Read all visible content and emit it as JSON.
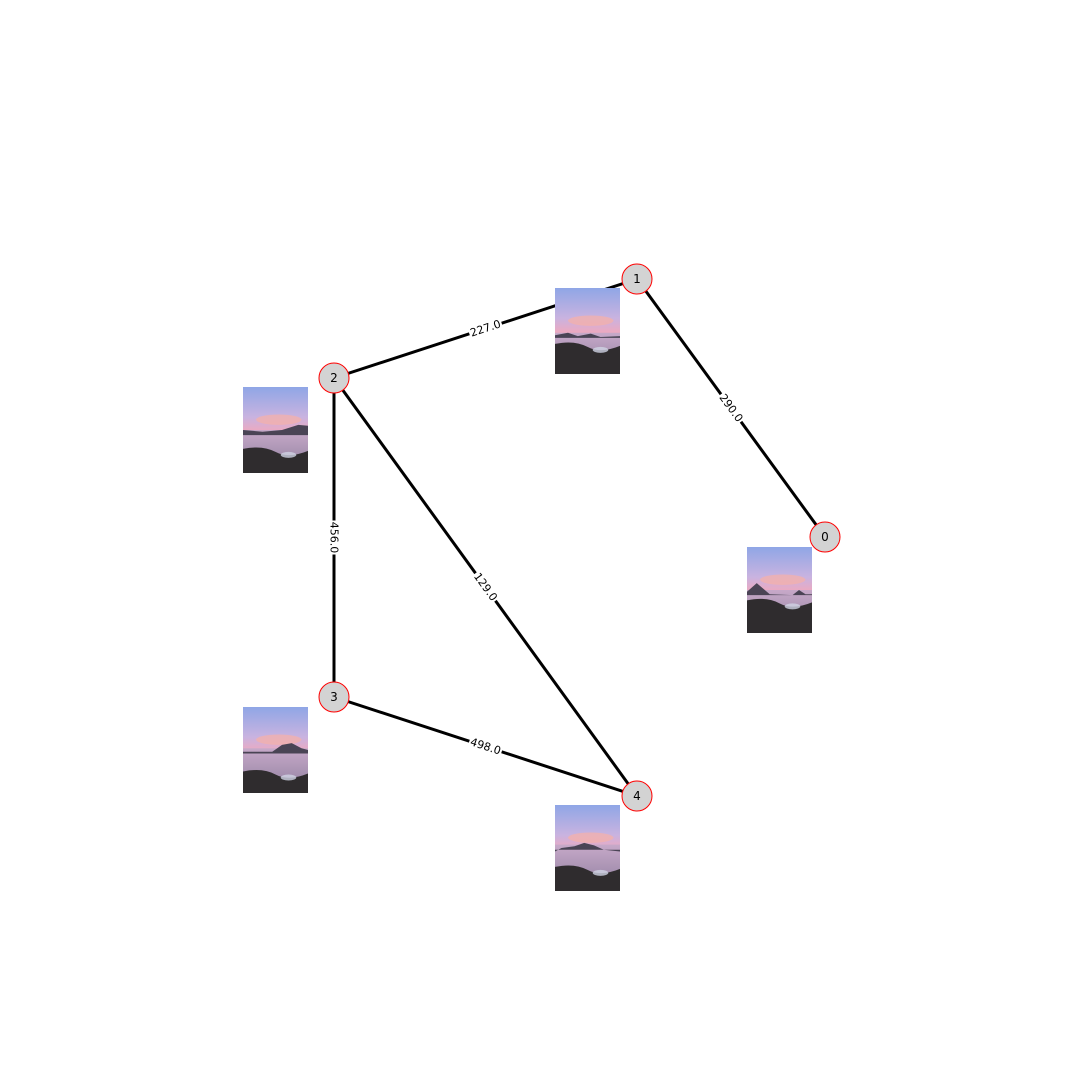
{
  "nodes": [
    {
      "id": "0",
      "label": "0",
      "thumbnail": "sunset-landscape-photo"
    },
    {
      "id": "1",
      "label": "1",
      "thumbnail": "sunset-landscape-photo"
    },
    {
      "id": "2",
      "label": "2",
      "thumbnail": "sunset-landscape-photo"
    },
    {
      "id": "3",
      "label": "3",
      "thumbnail": "sunset-landscape-photo"
    },
    {
      "id": "4",
      "label": "4",
      "thumbnail": "sunset-landscape-photo"
    }
  ],
  "edges": [
    {
      "source": "1",
      "target": "0",
      "weight": "290.0"
    },
    {
      "source": "2",
      "target": "1",
      "weight": "227.0"
    },
    {
      "source": "2",
      "target": "3",
      "weight": "456.0"
    },
    {
      "source": "2",
      "target": "4",
      "weight": "129.0"
    },
    {
      "source": "3",
      "target": "4",
      "weight": "498.0"
    }
  ],
  "colors": {
    "node_fill": "#d3d3d3",
    "node_border": "#ff0000",
    "edge": "#000000"
  }
}
